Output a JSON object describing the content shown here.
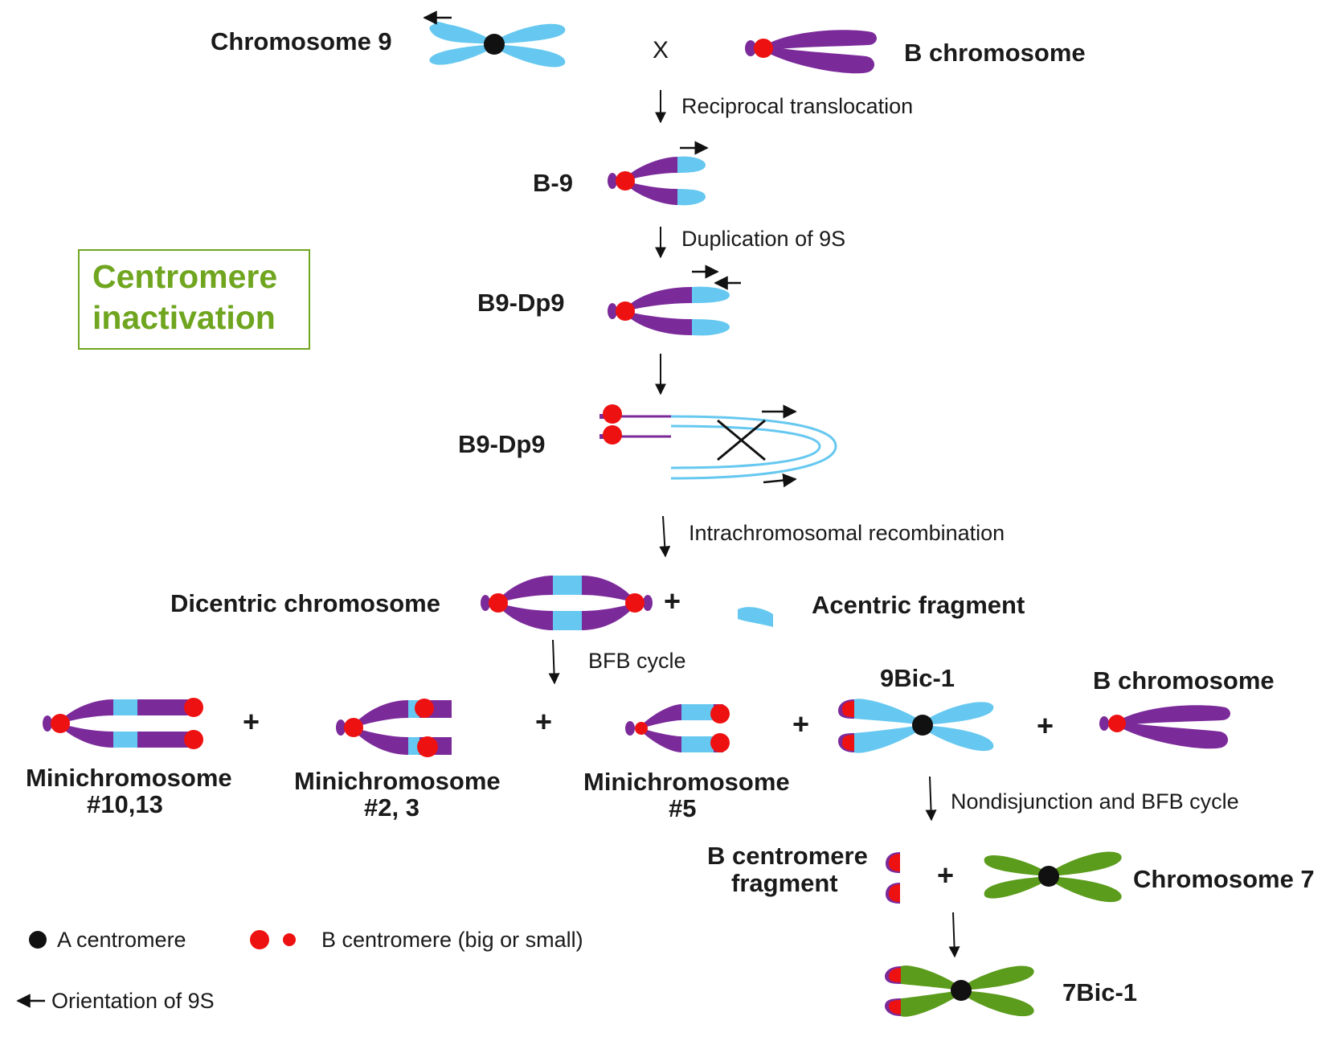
{
  "colors": {
    "chromosome9": "#66c8f0",
    "b_chromosome": "#7b2a9a",
    "b_centromere": "#ee1111",
    "a_centromere": "#111111",
    "chromosome7": "#5c9c1c",
    "title_accent": "#6fa51f"
  },
  "title_box": {
    "line1": "Centromere",
    "line2": "inactivation"
  },
  "top": {
    "chromosome9": "Chromosome 9",
    "cross": "X",
    "b_chromosome": "B chromosome"
  },
  "steps": {
    "reciprocal": "Reciprocal translocation",
    "duplication": "Duplication of 9S",
    "intrachromosomal": "Intrachromosomal recombination",
    "bfb": "BFB cycle",
    "nondisjunction": "Nondisjunction and BFB cycle"
  },
  "stages": {
    "b9": "B-9",
    "b9dp9_a": "B9-Dp9",
    "b9dp9_b": "B9-Dp9",
    "dicentric": "Dicentric chromosome",
    "acentric": "Acentric fragment"
  },
  "products": {
    "mini1": {
      "line1": "Minichromosome",
      "line2": "#10,13"
    },
    "mini2": {
      "line1": "Minichromosome",
      "line2": "#2, 3"
    },
    "mini3": {
      "line1": "Minichromosome",
      "line2": "#5"
    },
    "bic9": "9Bic-1",
    "b_chromosome": "B chromosome",
    "plus": "+"
  },
  "bottom": {
    "b_centromere_fragment": {
      "line1": "B centromere",
      "line2": "fragment"
    },
    "chromosome7": "Chromosome 7",
    "bic7": "7Bic-1"
  },
  "legend": {
    "a_centromere": "A centromere",
    "b_centromere": "B centromere (big or small)",
    "orientation": "Orientation of 9S"
  }
}
